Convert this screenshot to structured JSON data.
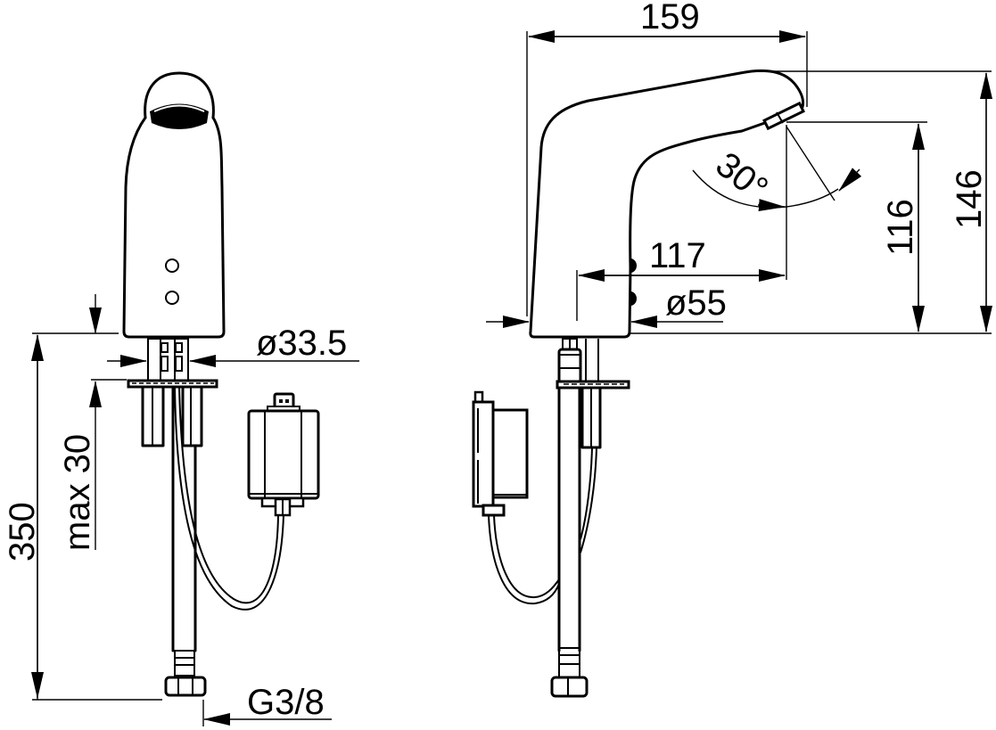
{
  "drawing": {
    "title": "Electronic basin tap – dimensional drawing",
    "stroke_color": "#000000",
    "background_color": "#ffffff",
    "units": "mm"
  },
  "front_view": {
    "dimensions": {
      "body_diameter": "ø33.5",
      "max_deck_thickness": "max 30",
      "hose_length": "350",
      "connection_thread": "G3/8"
    },
    "components": [
      "spout-head",
      "aerator",
      "sensor-window-upper",
      "sensor-window-lower",
      "mounting-studs",
      "mounting-plate",
      "supply-hose",
      "hose-nut",
      "control-box",
      "cable"
    ]
  },
  "side_view": {
    "dimensions": {
      "overall_projection": "159",
      "overall_height": "146",
      "spout_outlet_height": "116",
      "spout_reach": "117",
      "base_diameter": "ø55",
      "spray_angle": "30°"
    },
    "components": [
      "tap-body",
      "aerator-outlet",
      "sensor-windows",
      "threaded-shank",
      "mounting-plate",
      "supply-hose",
      "hose-nut",
      "control-box",
      "cable"
    ]
  }
}
